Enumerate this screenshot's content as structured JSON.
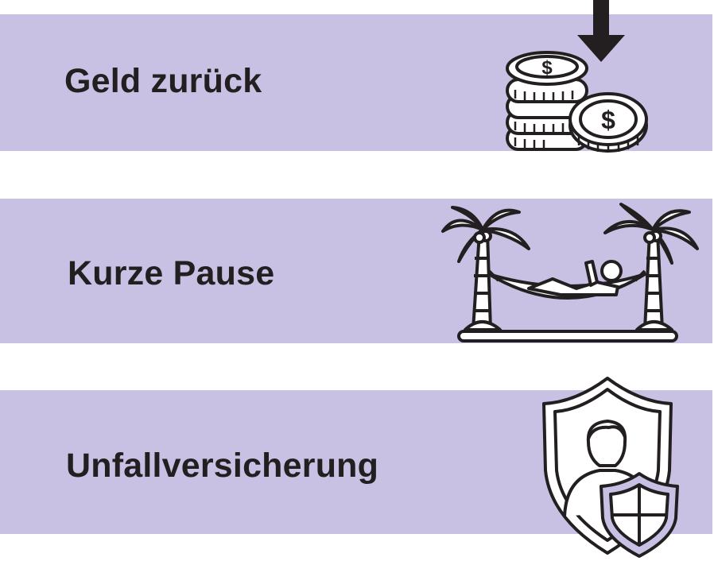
{
  "items": [
    {
      "label": "Geld zurück",
      "icon": "coins-money-back-icon"
    },
    {
      "label": "Kurze Pause",
      "icon": "hammock-palm-trees-icon"
    },
    {
      "label": "Unfallversicherung",
      "icon": "person-shield-icon"
    }
  ],
  "colors": {
    "band": "#c8c1e3",
    "text": "#231f20",
    "shield_small": "#c8c1e3"
  }
}
